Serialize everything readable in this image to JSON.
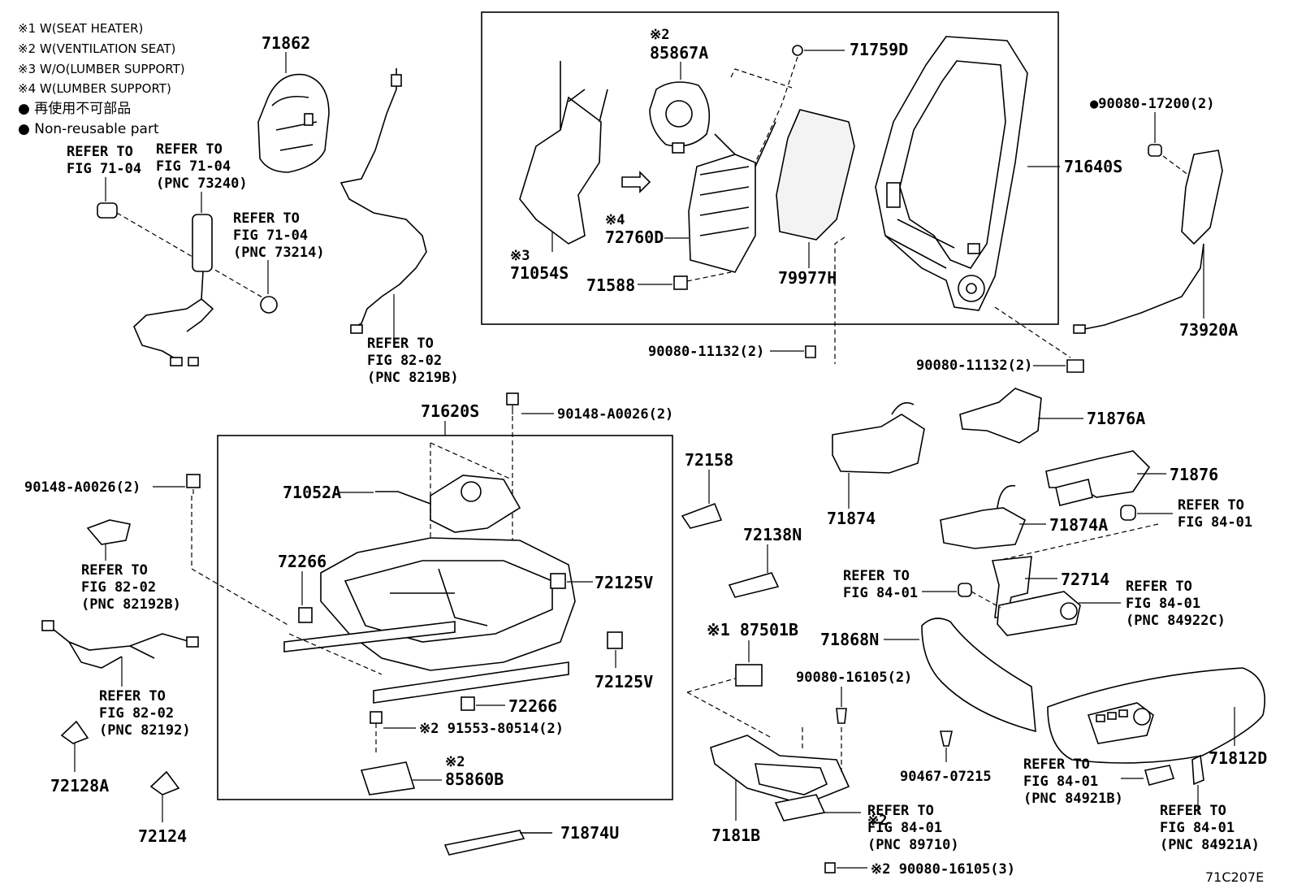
{
  "notes": [
    "※1 W(SEAT HEATER)",
    "※2 W(VENTILATION SEAT)",
    "※3 W/O(LUMBER SUPPORT)",
    "※4 W(LUMBER SUPPORT)",
    "● 再使用不可部品",
    "● Non-reusable part"
  ],
  "figure_id": "71C207E",
  "labels": {
    "p71862": "71862",
    "ref_fig_7104_a": [
      "REFER TO",
      "FIG 71-04"
    ],
    "ref_fig_7104_b": [
      "REFER TO",
      "FIG 71-04",
      "(PNC 73240)"
    ],
    "ref_fig_7104_c": [
      "REFER TO",
      "FIG 71-04",
      "(PNC 73214)"
    ],
    "ref_fig_8202_a": [
      "REFER TO",
      "FIG 82-02",
      "(PNC 8219B)"
    ],
    "n2_85867a": "※2",
    "p85867a": "85867A",
    "p71759d": "71759D",
    "n4_72760d": "※4",
    "p72760d": "72760D",
    "n3_71054s": "※3",
    "p71054s": "71054S",
    "p71588": "71588",
    "p79977h": "79977H",
    "p71640s": "71640S",
    "p90080_17200": "●90080-17200(2)",
    "p73920a": "73920A",
    "p90080_11132_a": "90080-11132(2)",
    "p90080_11132_b": "90080-11132(2)",
    "p71620s": "71620S",
    "p90148_a0026_a": "90148-A0026(2)",
    "p90148_a0026_b": "90148-A0026(2)",
    "p71052a": "71052A",
    "p72266_a": "72266",
    "p72266_b": "72266",
    "p72125v_a": "72125V",
    "p72125v_b": "72125V",
    "p72158": "72158",
    "p72138n": "72138N",
    "p87501b": "※1 87501B",
    "ref_fig_8202_b": [
      "REFER TO",
      "FIG 82-02",
      "(PNC 82192B)"
    ],
    "ref_fig_8202_c": [
      "REFER TO",
      "FIG 82-02",
      "(PNC 82192)"
    ],
    "p72128a": "72128A",
    "p72124": "72124",
    "p91553": "※2 91553-80514(2)",
    "n2_85860b": "※2",
    "p85860b": "85860B",
    "p71874u": "71874U",
    "p71876a": "71876A",
    "p71876": "71876",
    "p71874": "71874",
    "p71874a": "71874A",
    "ref_fig_8401_a": [
      "REFER TO",
      "FIG 84-01"
    ],
    "ref_fig_8401_b": [
      "REFER TO",
      "FIG 84-01"
    ],
    "p72714": "72714",
    "ref_fig_8401_c": [
      "REFER TO",
      "FIG 84-01",
      "(PNC 84922C)"
    ],
    "p71868n": "71868N",
    "p90080_16105_a": "90080-16105(2)",
    "p90467": "90467-07215",
    "p7181b": "7181B",
    "ref_fig_8401_d": [
      "※2",
      "REFER TO",
      "FIG 84-01",
      "(PNC 89710)"
    ],
    "p90080_16105_b": "※2 90080-16105(3)",
    "ref_fig_8401_e": [
      "REFER TO",
      "FIG 84-01",
      "(PNC 84921B)"
    ],
    "ref_fig_8401_f": [
      "REFER TO",
      "FIG 84-01",
      "(PNC 84921A)"
    ],
    "p71812d": "71812D"
  }
}
